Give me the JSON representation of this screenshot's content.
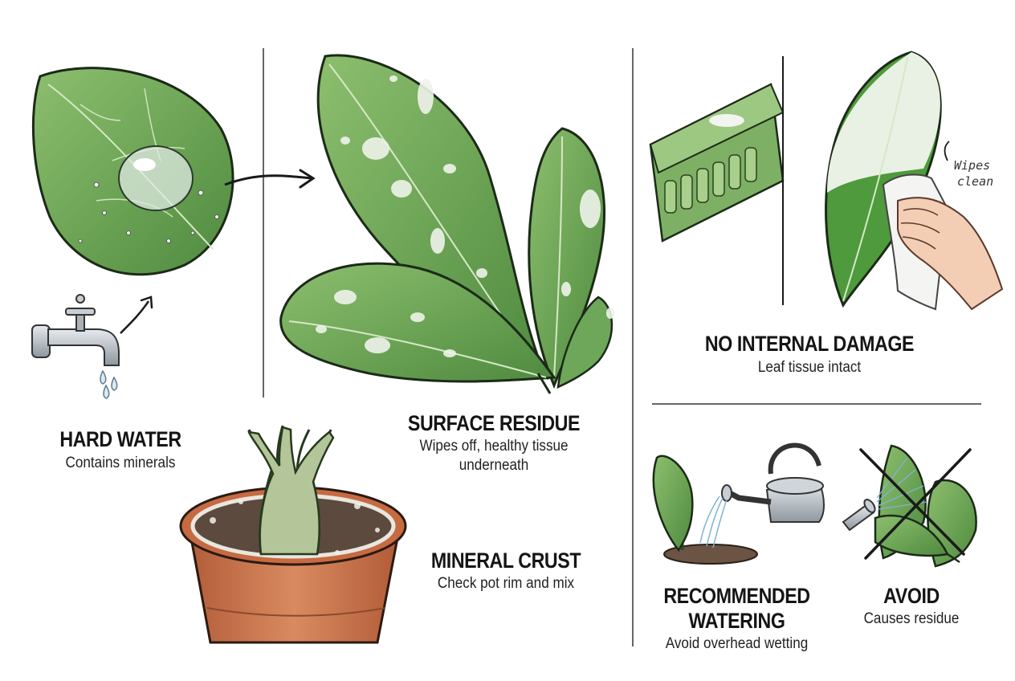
{
  "panels": {
    "hard_water": {
      "title": "HARD WATER",
      "subtitle": "Contains minerals"
    },
    "surface_residue": {
      "title": "SURFACE RESIDUE",
      "subtitle_line1": "Wipes off, healthy tissue",
      "subtitle_line2": "underneath"
    },
    "mineral_crust": {
      "title": "MINERAL CRUST",
      "subtitle": "Check pot rim and mix"
    },
    "no_internal_damage": {
      "title": "NO INTERNAL DAMAGE",
      "subtitle": "Leaf tissue intact",
      "note_line1": "Wipes",
      "note_line2": "clean"
    },
    "recommended_watering": {
      "title_line1": "RECOMMENDED",
      "title_line2": "WATERING",
      "subtitle": "Avoid overhead wetting"
    },
    "avoid": {
      "title": "AVOID",
      "subtitle": "Causes residue"
    }
  },
  "colors": {
    "leaf_green": "#5f9a4a",
    "leaf_dark": "#3f7a34",
    "residue_white": "#eef3ea",
    "terracotta": "#c8714a",
    "soil": "#5b4a3d",
    "metal": "#b9c0c6",
    "skin": "#f3cdb4",
    "cross_black": "#1a1a1a"
  },
  "icons": [
    "faucet-icon",
    "arrow-icon",
    "watering-can-icon",
    "spray-nozzle-icon",
    "cross-icon",
    "hand-icon",
    "cloth-icon"
  ]
}
